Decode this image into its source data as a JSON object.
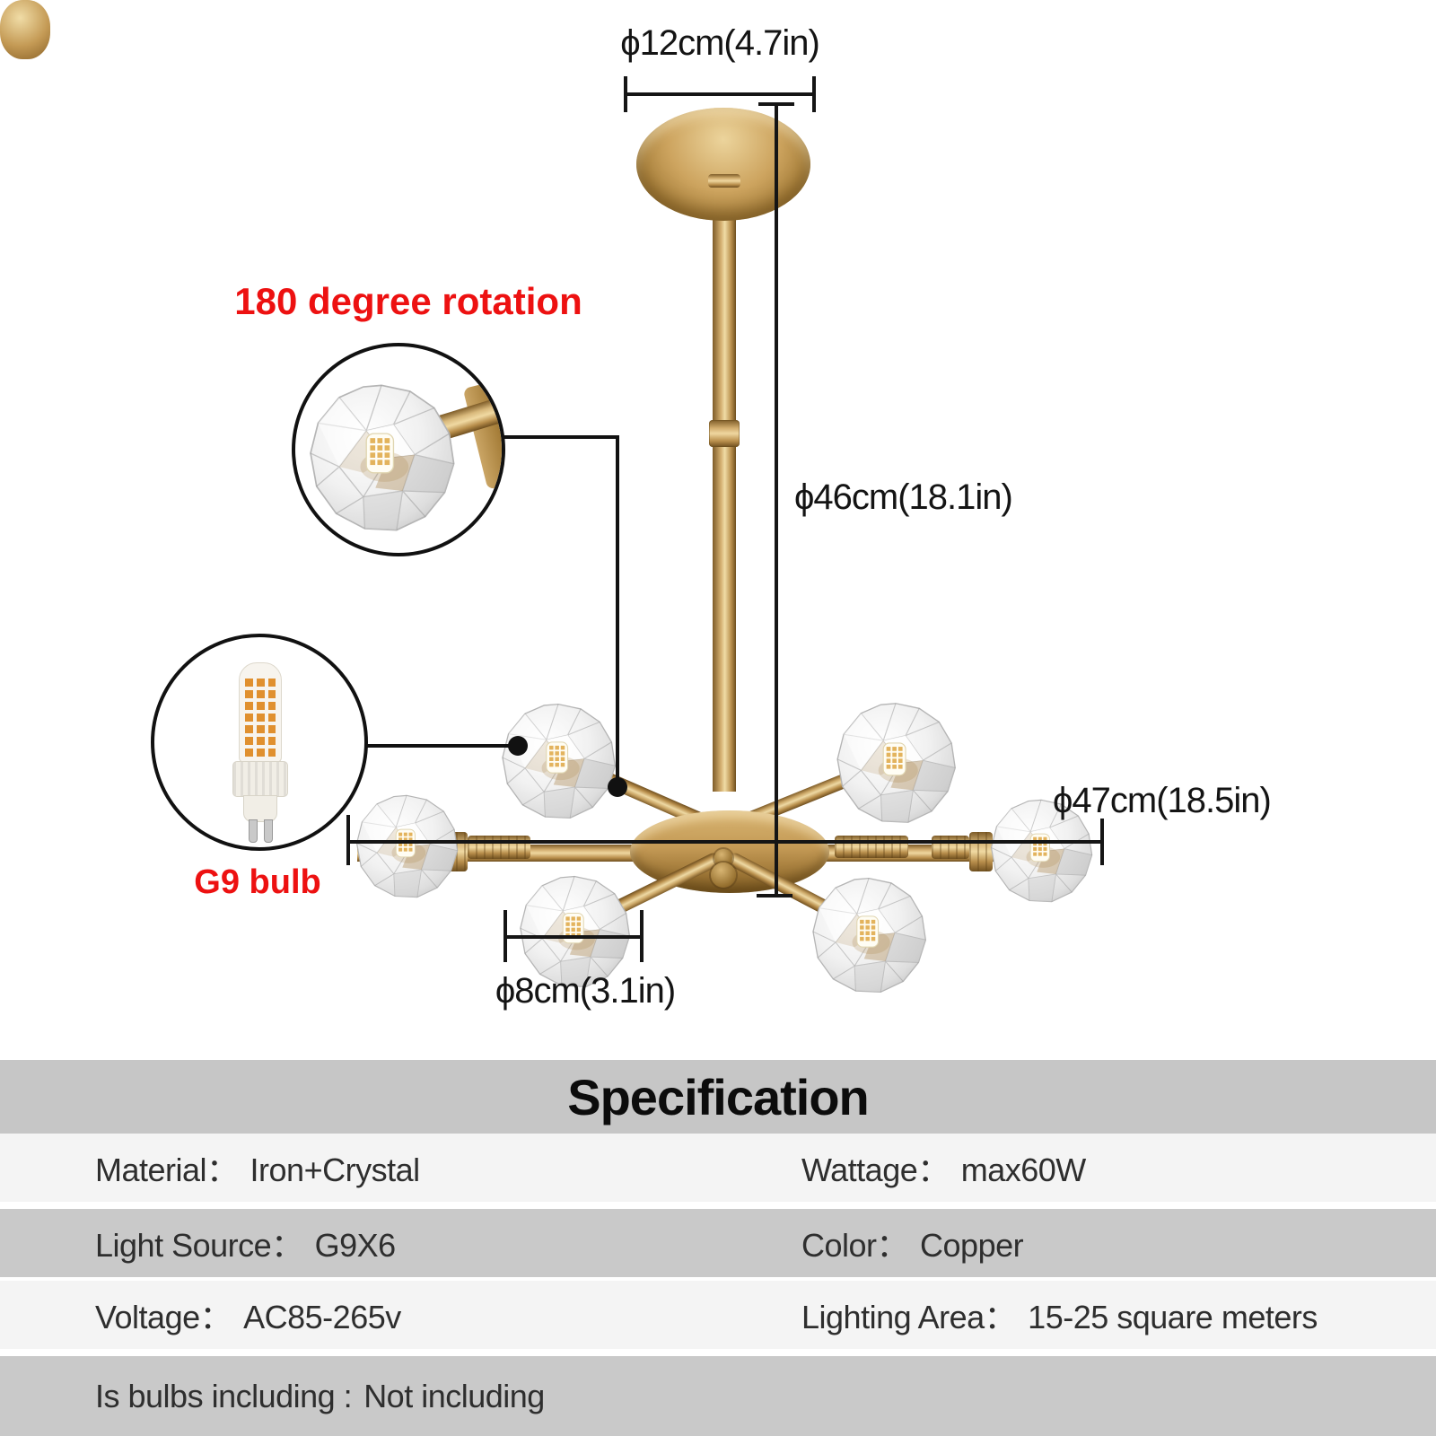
{
  "annotations": {
    "dim_canopy": "ϕ12cm(4.7in)",
    "dim_drop": "ϕ46cm(18.1in)",
    "dim_diameter": "ϕ47cm(18.5in)",
    "dim_ball": "ϕ8cm(3.1in)",
    "rotation_note": "180 degree rotation",
    "bulb_note": "G9 bulb"
  },
  "specification": {
    "title": "Specification",
    "rows": [
      {
        "left_label": "Material：",
        "left_value": "Iron+Crystal",
        "right_label": "Wattage：",
        "right_value": "max60W"
      },
      {
        "left_label": "Light Source：",
        "left_value": "G9X6",
        "right_label": "Color：",
        "right_value": "Copper"
      },
      {
        "left_label": "Voltage：",
        "left_value": "AC85-265v",
        "right_label": "Lighting Area：",
        "right_value": "15-25 square meters"
      },
      {
        "left_label": "Is bulbs including :",
        "left_value": "Not including"
      }
    ]
  },
  "colors": {
    "accent_red": "#ed1111",
    "brass": "#c49a55",
    "line": "#151515",
    "spec_header_bg": "#c6c6c6",
    "spec_row_light": "#f4f4f4",
    "spec_row_gray": "#c9c9c9"
  }
}
